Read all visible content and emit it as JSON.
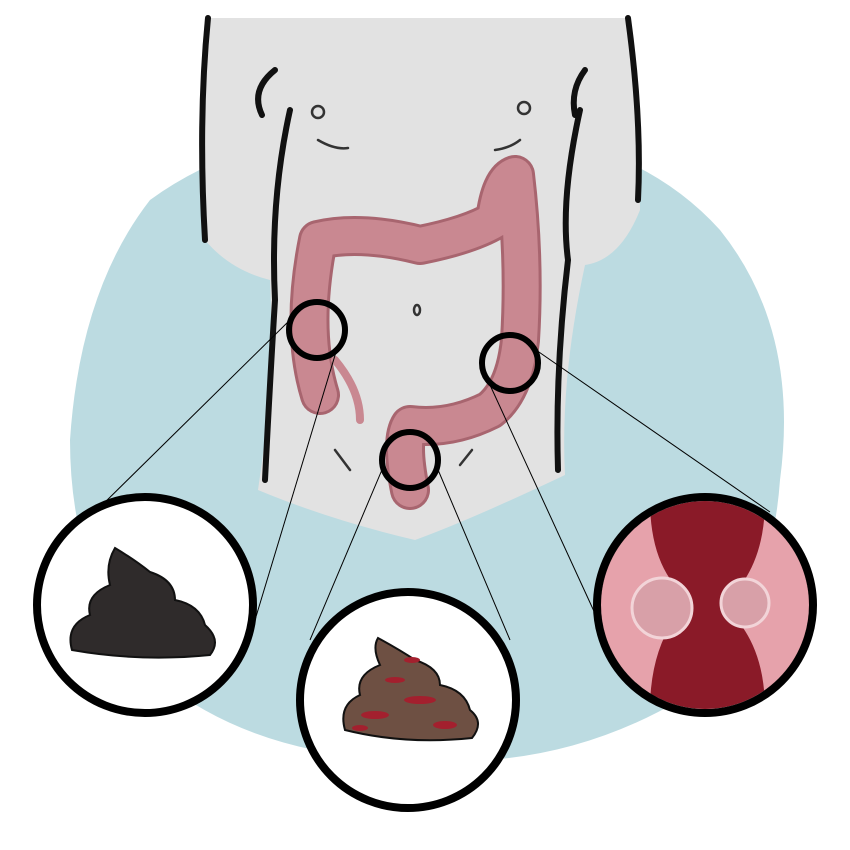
{
  "illustration": {
    "subject": "torso-with-colon",
    "callouts": [
      {
        "name": "black-stool",
        "icon": "black-stool-icon"
      },
      {
        "name": "bloody-stool",
        "icon": "bloody-stool-icon"
      },
      {
        "name": "blood-vessel-narrowing",
        "icon": "blood-vessel-icon"
      }
    ]
  },
  "colors": {
    "background_blob": "#bcdbe1",
    "skin": "#e2e2e2",
    "outline": "#111111",
    "colon": "#c98891",
    "colon_dark": "#a8656f",
    "black_stool": "#2f2b2b",
    "brown_stool": "#6e5043",
    "blood": "#a3202e",
    "vessel_dark": "#8a1a28",
    "vessel_wall": "#e6a2ab"
  }
}
